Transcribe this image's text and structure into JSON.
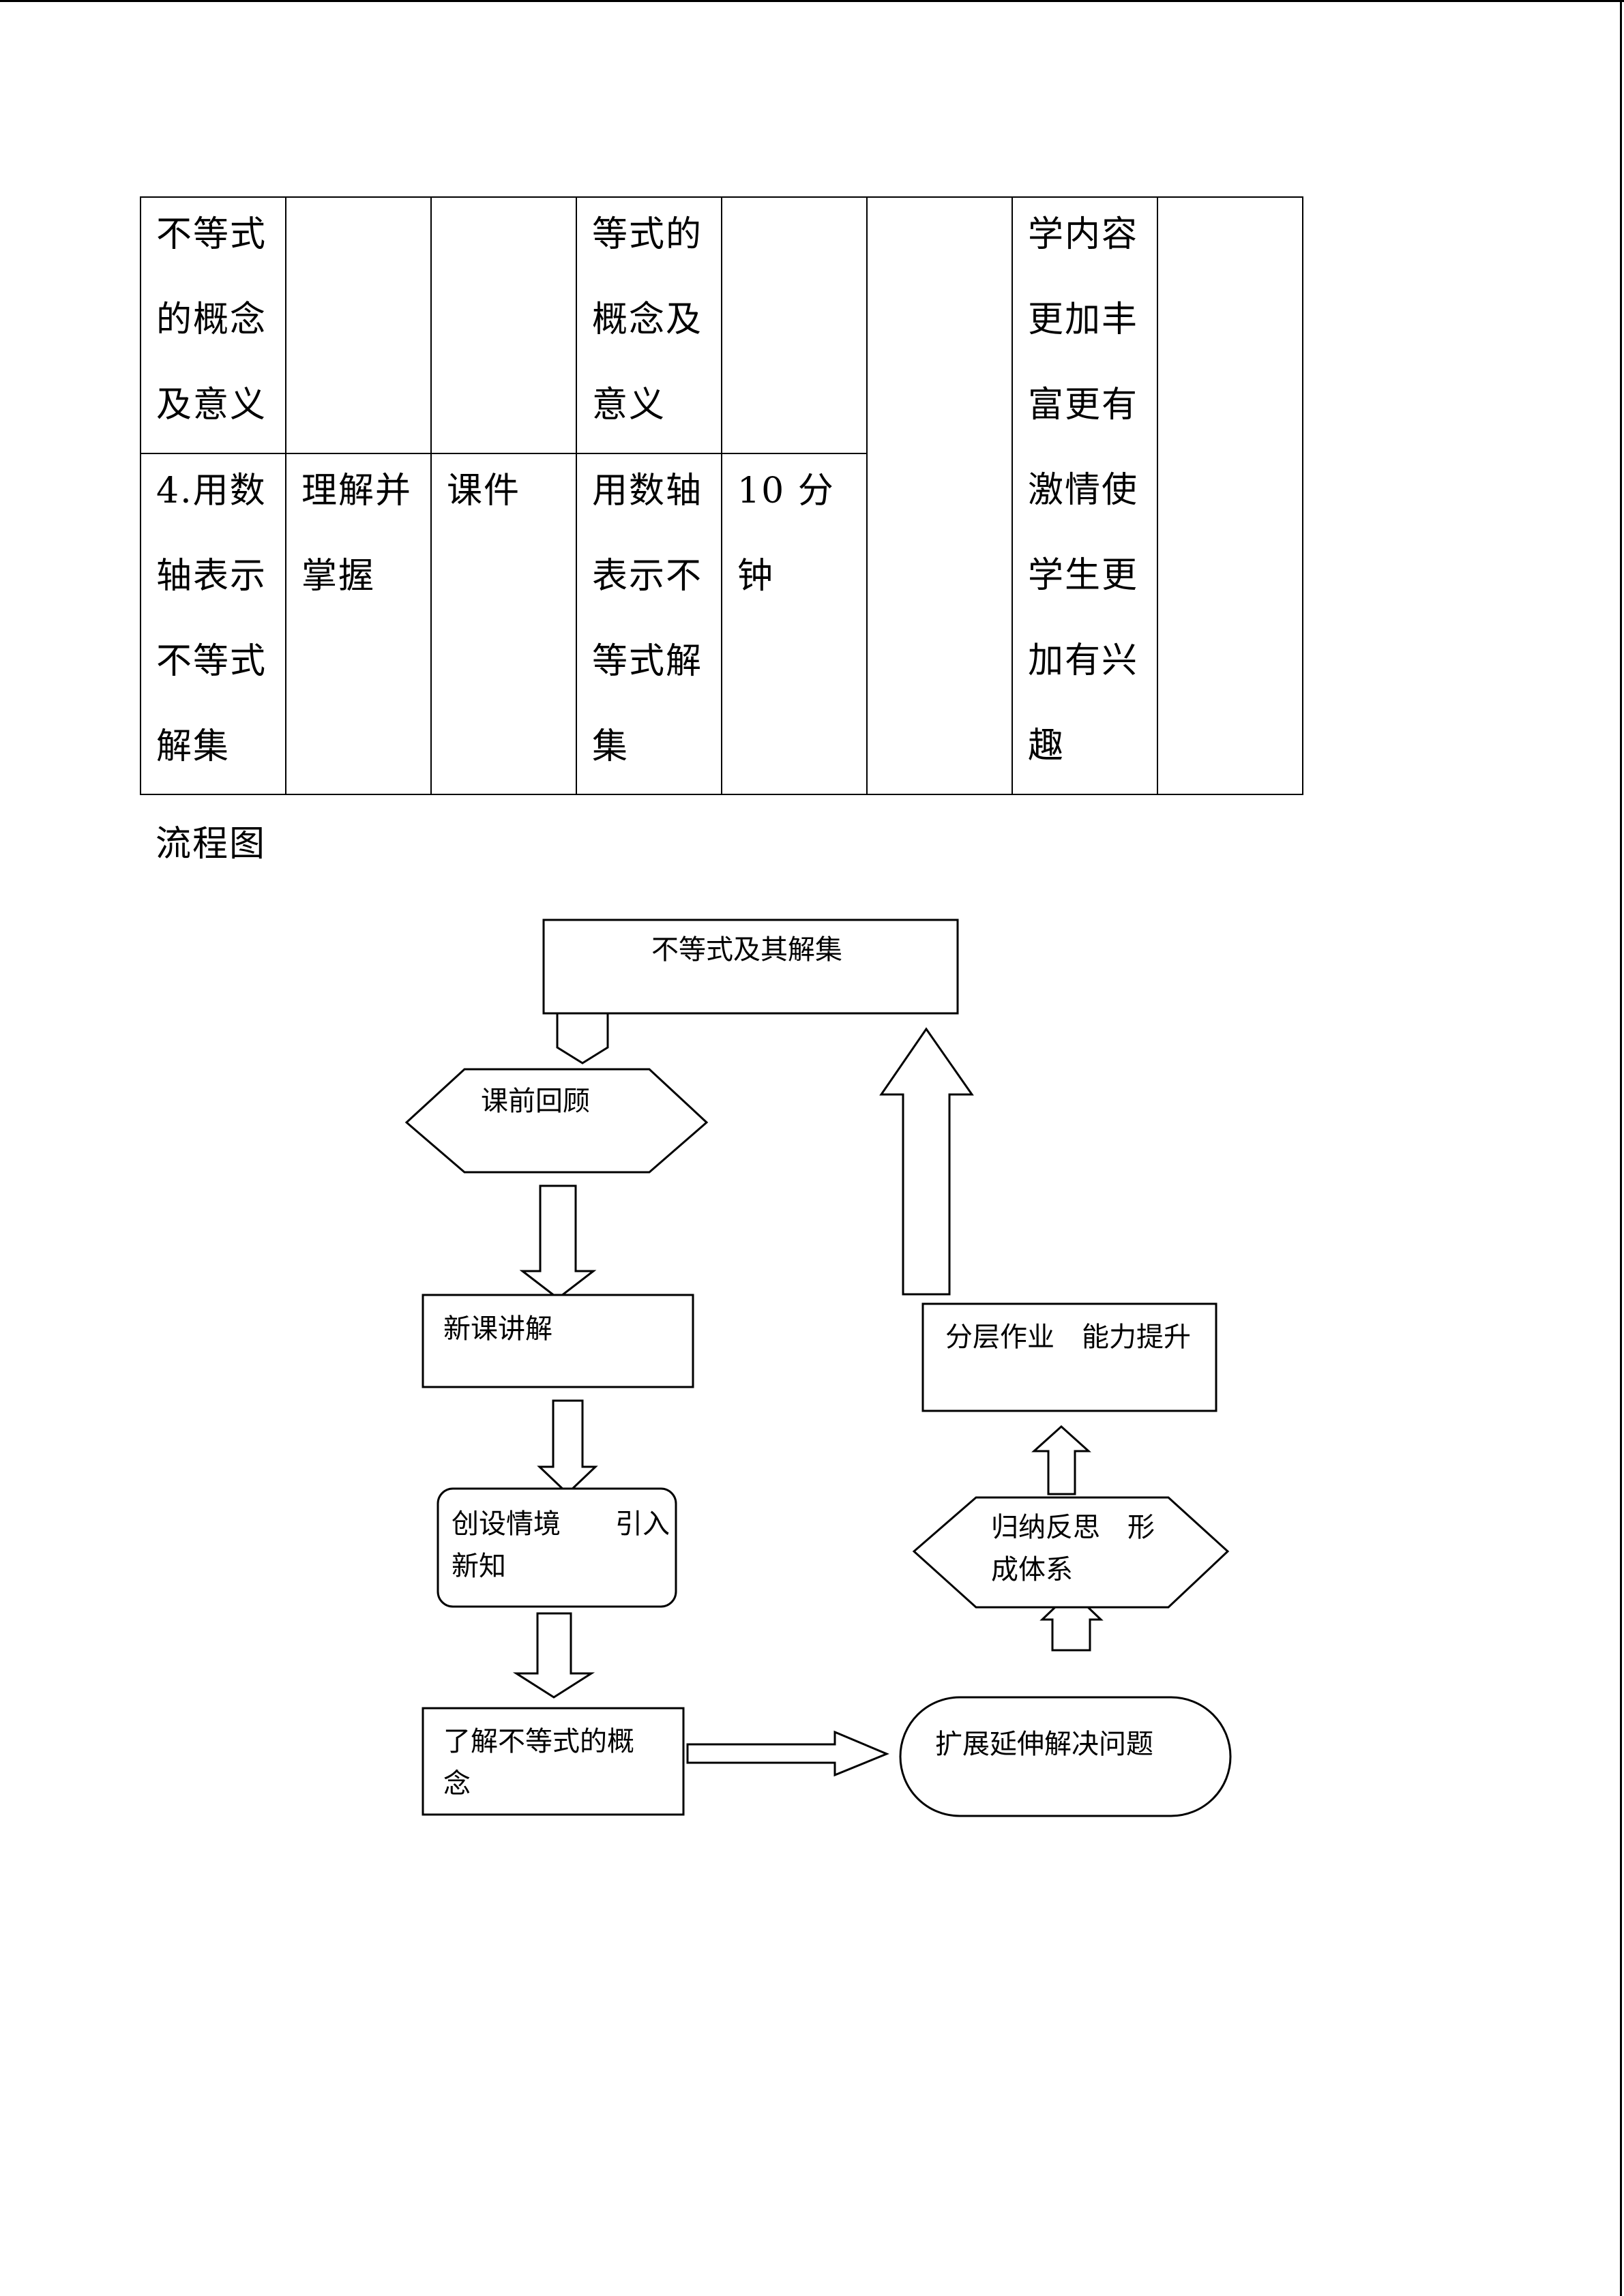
{
  "table": {
    "rows": [
      [
        "不等式\n的概念\n及意义",
        "",
        "",
        "等式的\n概念及\n意义",
        "",
        "",
        "学内容\n更加丰\n富更有\n激情使\n学生更\n加有兴\n趣",
        ""
      ],
      [
        "4.用数\n轴表示\n不等式\n解集",
        "理解并\n掌握",
        "课件",
        "用数轴\n表示不\n等式解\n集",
        "10 分\n钟",
        "",
        "",
        ""
      ]
    ]
  },
  "section_title": "流程图",
  "flowchart": {
    "nodes": {
      "title": "不等式及其解集",
      "review": "课前回顾",
      "new_lesson": "新课讲解",
      "scenario": "创设情境　　引入\n新知",
      "concept": "了解不等式的概\n念",
      "extend": "扩展延伸解决问题",
      "summary": "归纳反思　形\n成体系",
      "homework": "分层作业　能力提升"
    }
  }
}
